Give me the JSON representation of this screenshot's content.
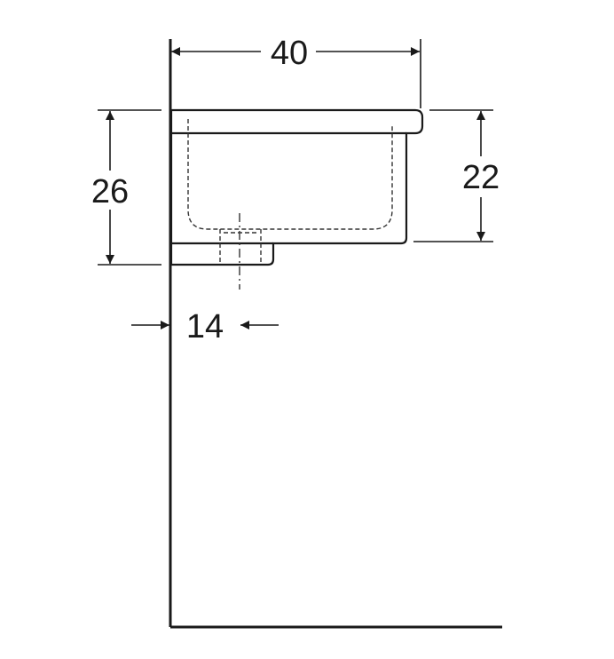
{
  "dimensions": {
    "width": "40",
    "overall_height": "26",
    "basin_height": "22",
    "wall_to_drain": "14"
  },
  "colors": {
    "line": "#1a1a1a",
    "hidden_line": "#333333",
    "background": "#ffffff"
  }
}
